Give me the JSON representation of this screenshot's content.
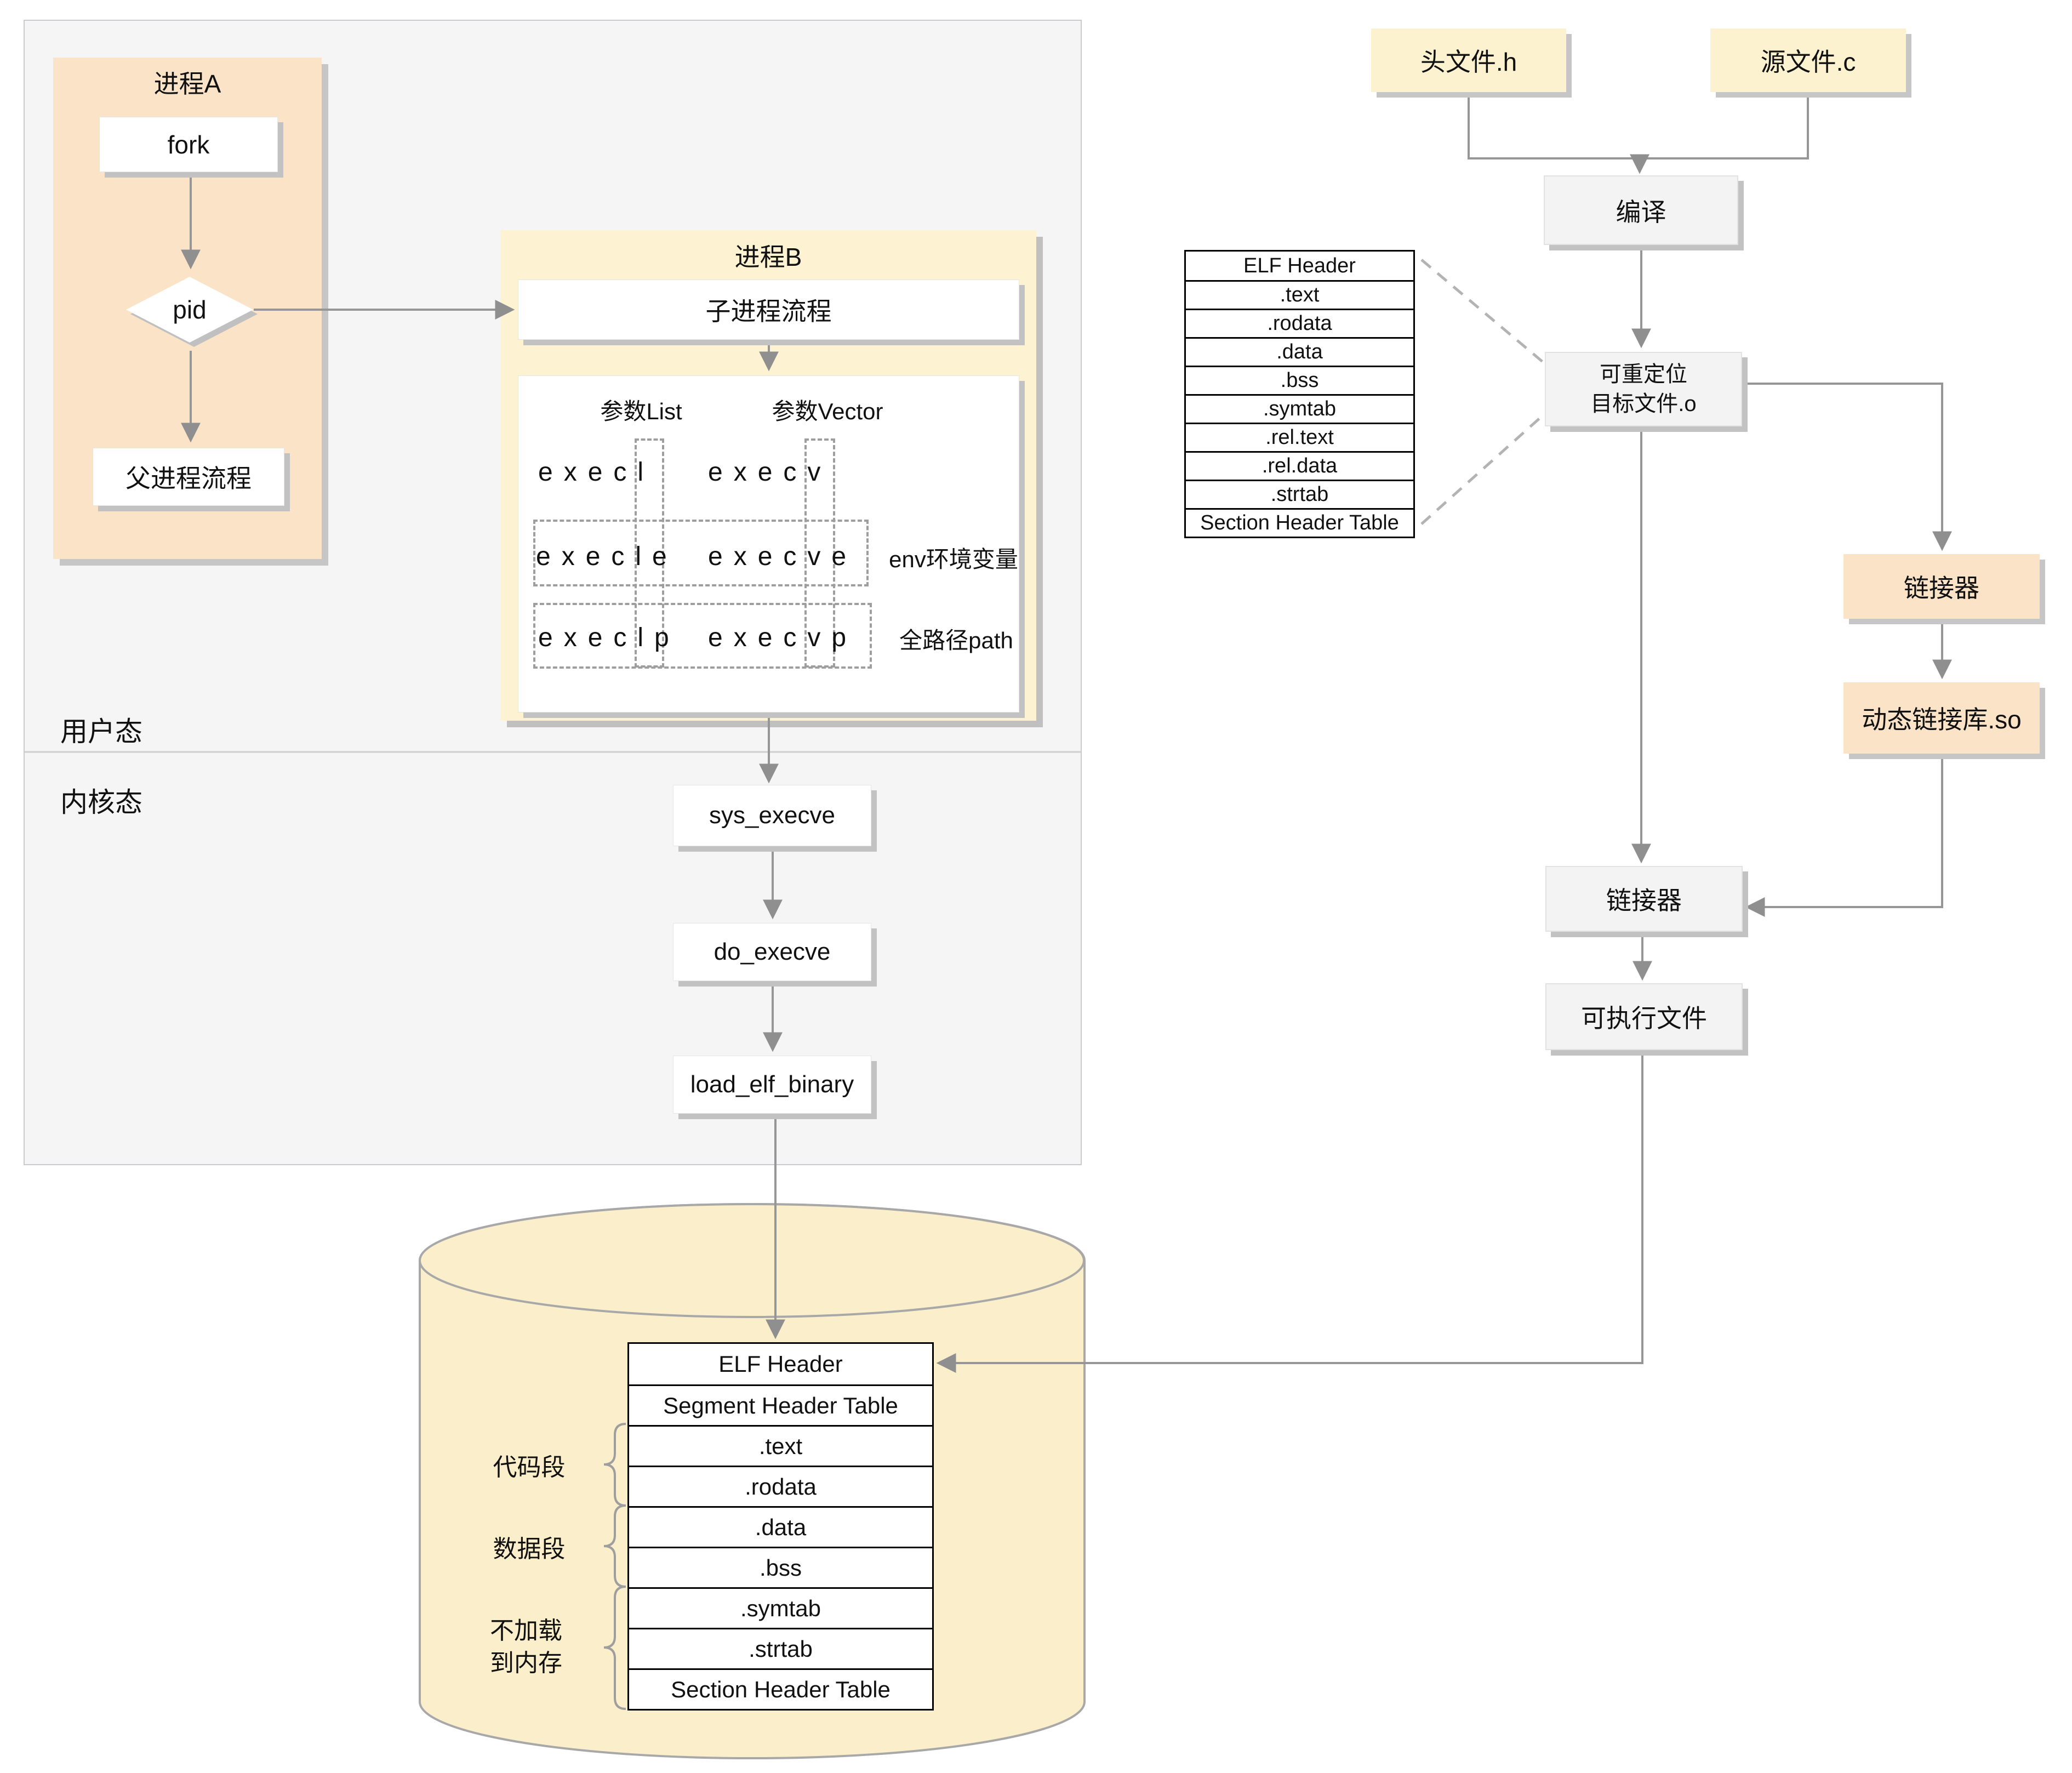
{
  "left_panel": {
    "user_mode": "用户态",
    "kernel_mode": "内核态",
    "process_a": {
      "title": "进程A",
      "fork": "fork",
      "pid": "pid",
      "parent_flow": "父进程流程"
    },
    "process_b": {
      "title": "进程B",
      "child_flow": "子进程流程",
      "param_list": "参数List",
      "param_vector": "参数Vector",
      "exec": {
        "l": "execl",
        "v": "execv",
        "le": "execle",
        "ve": "execve",
        "lp": "execlp",
        "vp": "execvp",
        "env_note": "env环境变量",
        "path_note": "全路径path"
      }
    },
    "kernel_calls": {
      "sys": "sys_execve",
      "do": "do_execve",
      "load": "load_elf_binary"
    }
  },
  "disk": {
    "rows": [
      "ELF Header",
      "Segment Header Table",
      ".text",
      ".rodata",
      ".data",
      ".bss",
      ".symtab",
      ".strtab",
      "Section Header Table"
    ],
    "labels": {
      "code_segment": "代码段",
      "data_segment": "数据段",
      "noload_line1": "不加载",
      "noload_line2": "到内存"
    }
  },
  "right_flow": {
    "header_file": "头文件.h",
    "source_file": "源文件.c",
    "compile": "编译",
    "obj_table": [
      "ELF Header",
      ".text",
      ".rodata",
      ".data",
      ".bss",
      ".symtab",
      ".rel.text",
      ".rel.data",
      ".strtab",
      "Section Header Table"
    ],
    "relocatable_line1": "可重定位",
    "relocatable_line2": "目标文件.o",
    "linker_dynamic": "链接器",
    "dynamic_lib": "动态链接库.so",
    "linker_static": "链接器",
    "executable": "可执行文件"
  },
  "colors": {
    "peach": "#fbe3c8",
    "yellow": "#fdf3d2",
    "cream": "#fdf2d0",
    "gray_box": "#f3f3f4",
    "panel": "#f5f5f6",
    "cylinder": "#faeecb",
    "line": "#969696"
  }
}
